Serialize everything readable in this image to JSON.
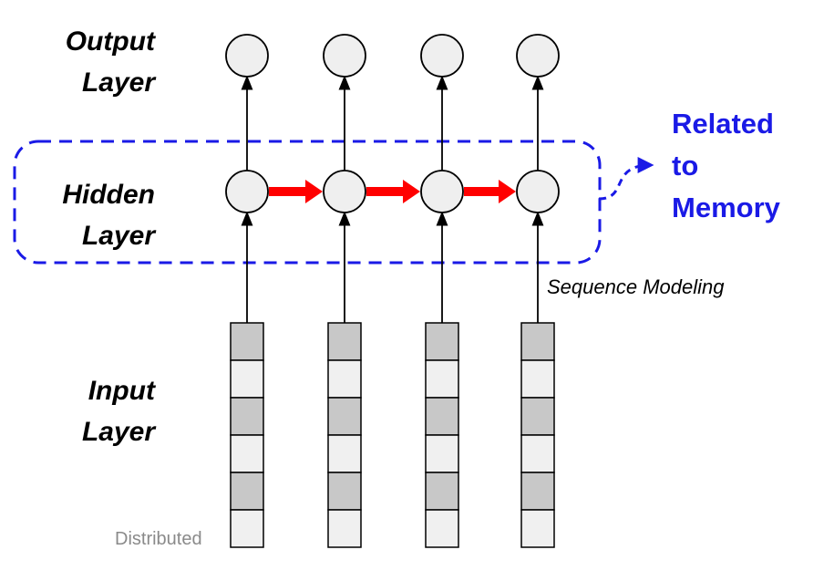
{
  "labels": {
    "output": [
      "Output",
      "Layer"
    ],
    "hidden": [
      "Hidden",
      "Layer"
    ],
    "input": [
      "Input",
      "Layer"
    ],
    "memory": [
      "Related",
      "to",
      "Memory"
    ],
    "sequence": "Sequence Modeling",
    "distributed": "Distributed"
  },
  "colors": {
    "node_fill": "#efefef",
    "cell_dark": "#c8c8c8",
    "cell_light": "#f0f0f0",
    "recurrent_arrow": "#ff0000",
    "memory_box": "#1a1ae6",
    "stroke": "#000000"
  },
  "network": {
    "timesteps": 4,
    "input_cells": [
      "dark",
      "light",
      "dark",
      "light",
      "dark",
      "light"
    ]
  }
}
